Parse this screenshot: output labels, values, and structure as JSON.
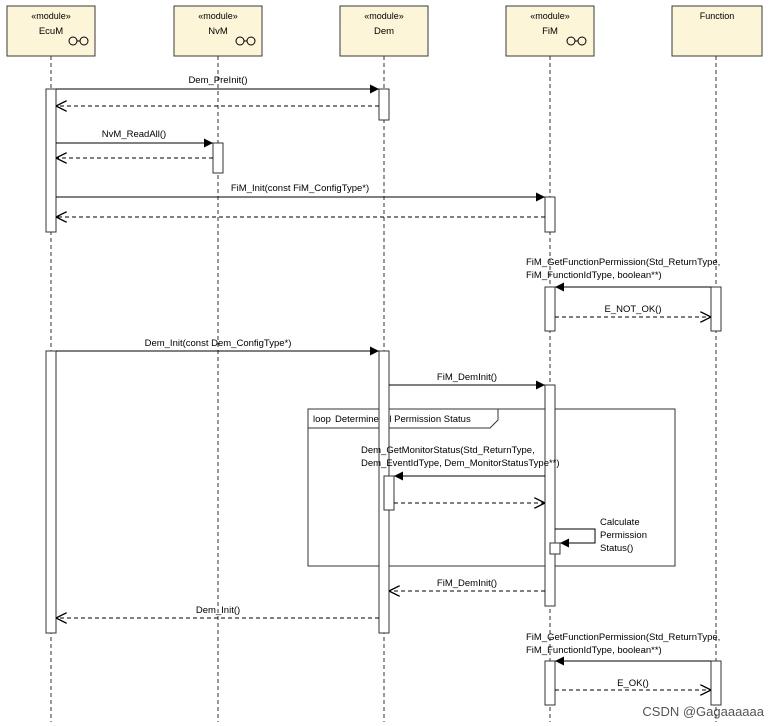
{
  "participants": [
    {
      "stereotype": "«module»",
      "name": "EcuM",
      "icon": "component-icon"
    },
    {
      "stereotype": "«module»",
      "name": "NvM",
      "icon": "component-icon"
    },
    {
      "stereotype": "«module»",
      "name": "Dem",
      "icon": "component-icon"
    },
    {
      "stereotype": "«module»",
      "name": "FiM",
      "icon": "component-icon"
    },
    {
      "stereotype": "",
      "name": "Function",
      "icon": ""
    }
  ],
  "messages": [
    {
      "label": [
        "Dem_PreInit()"
      ]
    },
    {
      "label": [
        "NvM_ReadAll()"
      ]
    },
    {
      "label": [
        "FiM_Init(const FiM_ConfigType*)"
      ]
    },
    {
      "label": [
        "FiM_GetFunctionPermission(Std_ReturnType,",
        "FiM_FunctionIdType, boolean**)"
      ]
    },
    {
      "label": [
        "E_NOT_OK()"
      ]
    },
    {
      "label": [
        "Dem_Init(const Dem_ConfigType*)"
      ]
    },
    {
      "label": [
        "FiM_DemInit()"
      ]
    },
    {
      "label": [
        "Dem_GetMonitorStatus(Std_ReturnType,",
        "Dem_EventIdType, Dem_MonitorStatusType**)"
      ]
    },
    {
      "label": [
        "Calculate",
        "Permission",
        "Status()"
      ]
    },
    {
      "label": [
        "FiM_DemInit()"
      ]
    },
    {
      "label": [
        "Dem_Init()"
      ]
    },
    {
      "label": [
        "FiM_GetFunctionPermission(Std_ReturnType,",
        "FiM_FunctionIdType, boolean**)"
      ]
    },
    {
      "label": [
        "E_OK()"
      ]
    }
  ],
  "fragment": {
    "operator": "loop",
    "label": "Determine All Permission Status"
  },
  "watermark": "CSDN @Gagaaaaaa"
}
